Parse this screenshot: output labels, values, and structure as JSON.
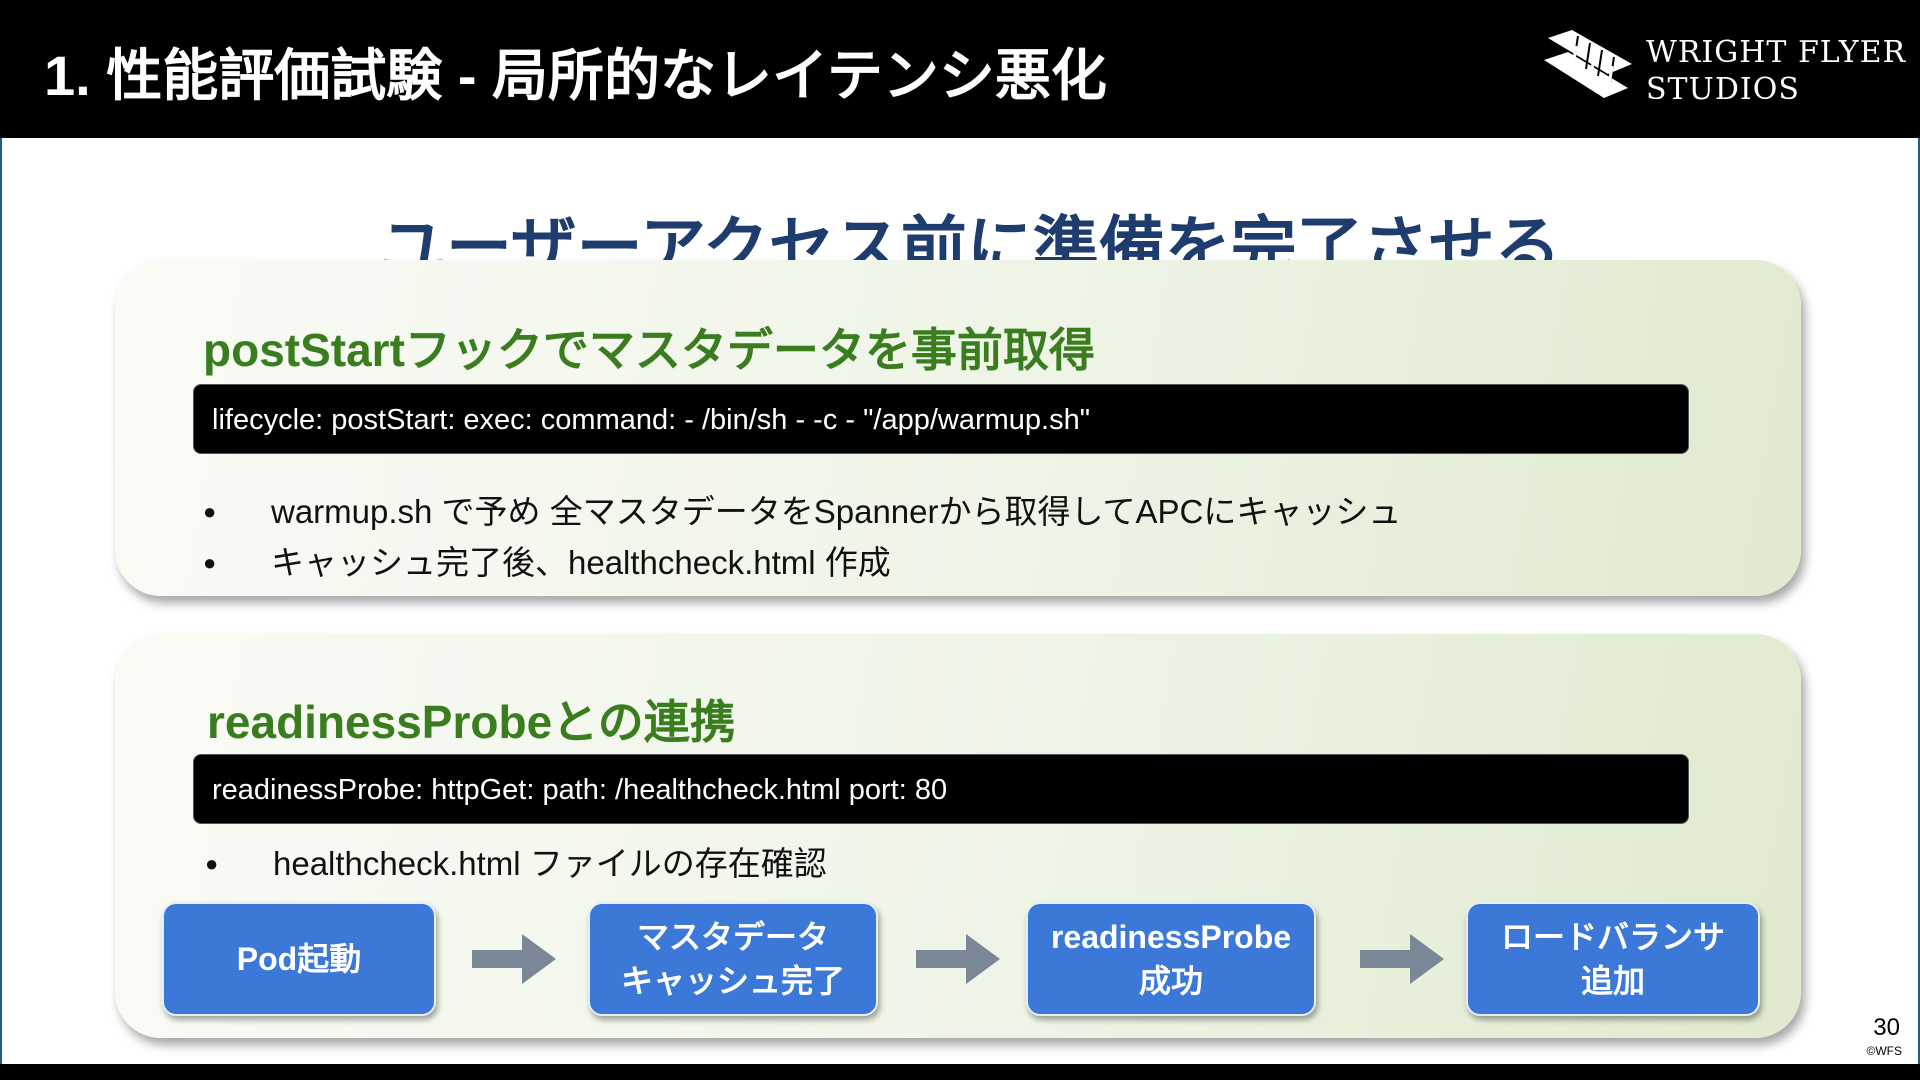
{
  "header": {
    "title": "1.  性能評価試験 - 局所的なレイテンシ悪化",
    "logo_line1": "WRIGHT FLYER",
    "logo_line2": "STUDIOS"
  },
  "headline": "ユーザーアクセス前に準備を完了させる",
  "sections": [
    {
      "title": "postStartフックでマスタデータを事前取得",
      "code": "lifecycle: postStart: exec: command: - /bin/sh - -c - \"/app/warmup.sh\"",
      "bullets": [
        "warmup.sh で予め 全マスタデータをSpannerから取得してAPCにキャッシュ",
        "キャッシュ完了後、healthcheck.html 作成"
      ]
    },
    {
      "title": "readinessProbeとの連携",
      "code": "readinessProbe: httpGet: path: /healthcheck.html port: 80",
      "bullets": [
        "healthcheck.html ファイルの存在確認"
      ]
    }
  ],
  "flow": [
    {
      "line1": "Pod起動",
      "line2": ""
    },
    {
      "line1": "マスタデータ",
      "line2": "キャッシュ完了"
    },
    {
      "line1": "readinessProbe",
      "line2": "成功"
    },
    {
      "line1": "ロードバランサ",
      "line2": "追加"
    }
  ],
  "footer": {
    "page_number": "30",
    "copyright": "©WFS"
  },
  "colors": {
    "header_bg": "#000000",
    "headline": "#1f3c6e",
    "section_title": "#3a7d1e",
    "flow_box": "#3c78d8",
    "arrow": "#7a8796"
  }
}
